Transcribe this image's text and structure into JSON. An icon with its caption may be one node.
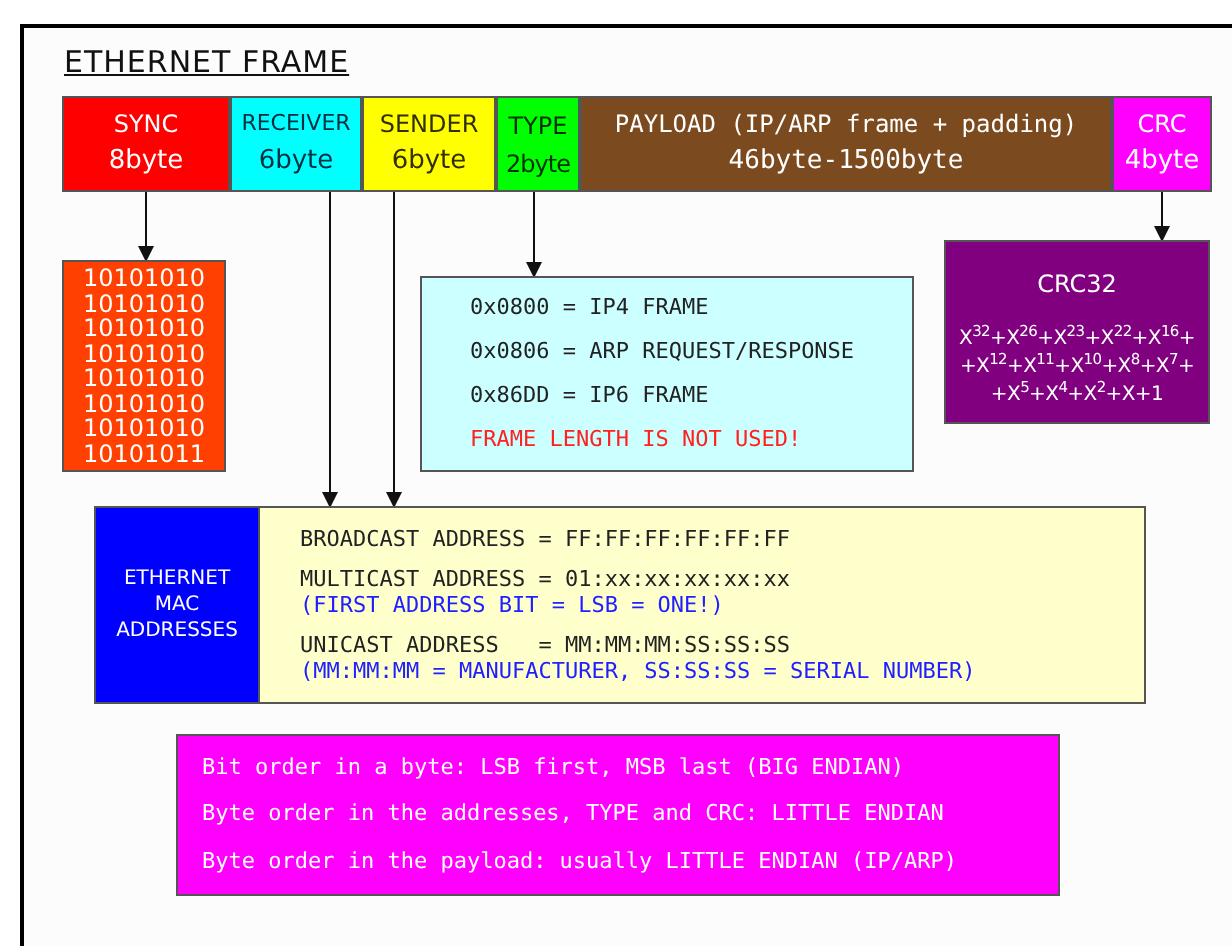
{
  "diagram": {
    "title": "ETHERNET FRAME",
    "nodes": [
      {
        "text": [
          "SYNC",
          "8byte"
        ]
      },
      {
        "text": [
          "RECEIVER",
          "6byte"
        ]
      },
      {
        "text": [
          "SENDER",
          "6byte"
        ]
      },
      {
        "text": [
          "TYPE",
          "2byte"
        ]
      },
      {
        "text": [
          "PAYLOAD (IP/ARP frame + padding)",
          "46byte-1500byte"
        ]
      },
      {
        "text": [
          "CRC",
          "4byte"
        ]
      },
      {
        "text": [
          "10101010",
          "10101010",
          "10101010",
          "10101010",
          "10101010",
          "10101010",
          "10101010",
          "10101011"
        ]
      },
      {
        "text": [
          "0x0800 = IP4 FRAME",
          "0x0806 = ARP REQUEST/RESPONSE",
          "0x86DD = IP6 FRAME",
          "FRAME LENGTH IS NOT USED!"
        ]
      },
      {
        "text": [
          "CRC32",
          "X$^{32}$+X$^{26}$+X$^{23}$+X$^{22}$+X$^{16}$+ +X$^{12}$+X$^{11}$+X$^{10}$+X$^{8}$+X$^{7}$+ +X$^{5}$+X$^{4}$+X$^{2}$+X+1"
        ]
      },
      {
        "text": [
          "ETHERNET MAC ADDRESSES"
        ]
      },
      {
        "text": [
          "BROADCAST ADDRESS = FF:FF:FF:FF:FF:FF",
          "MULTICAST ADDRESS = 01:xx:xx:xx:xx:xx",
          "(FIRST ADDRESS BIT = LSB = ONE!)",
          "UNICAST ADDRESS   = MM:MM:MM:SS:SS:SS",
          "(MM:MM:MM = MANUFACTURER, SS:SS:SS = SERIAL NUMBER)"
        ]
      },
      {
        "text": [
          "Bit order in a byte: LSB first, MSB last (BIG ENDIAN)",
          "Byte order in the addresses, TYPE and CRC: LITTLE ENDIAN",
          "Byte order in the payload: usually LITTLE ENDIAN (IP/ARP)"
        ]
      }
    ],
    "edges": [
      {
        "from": 0,
        "to": 6,
        "arrow": "to"
      },
      {
        "from": 1,
        "to": 10,
        "arrow": "to"
      },
      {
        "from": 2,
        "to": 10,
        "arrow": "to"
      },
      {
        "from": 3,
        "to": 7,
        "arrow": "to"
      },
      {
        "from": 5,
        "to": 8,
        "arrow": "to"
      }
    ]
  }
}
